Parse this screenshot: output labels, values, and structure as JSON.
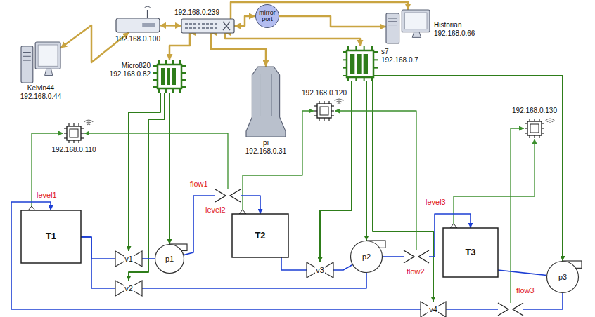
{
  "diagram": {
    "nodes": [
      {
        "text": [
          "192.168.0.100"
        ]
      },
      {
        "text": [
          "192.168.0.239"
        ]
      },
      {
        "text": [
          "mirror port"
        ]
      },
      {
        "text": [
          "Historian",
          "192.168.0.66"
        ]
      },
      {
        "text": [
          "Kelvin44",
          "192.168.0.44"
        ]
      },
      {
        "text": [
          "Micro820",
          "192.168.0.82"
        ]
      },
      {
        "text": [
          "s7",
          "192.168.0.7"
        ]
      },
      {
        "text": [
          "pi",
          "192.168.0.31"
        ]
      },
      {
        "text": [
          "192.168.0.110"
        ]
      },
      {
        "text": [
          "192.168.0.120"
        ]
      },
      {
        "text": [
          "192.168.0.130"
        ]
      },
      {
        "text": [
          "flow1"
        ]
      },
      {
        "text": [
          "T1"
        ]
      },
      {
        "text": [
          "T2"
        ]
      },
      {
        "text": [
          "T3"
        ]
      },
      {
        "text": [
          "v1"
        ]
      },
      {
        "text": [
          "p1"
        ]
      },
      {
        "text": [
          "v2"
        ]
      },
      {
        "text": [
          "v3"
        ]
      },
      {
        "text": [
          "p2"
        ]
      },
      {
        "text": [
          "flow2"
        ]
      },
      {
        "text": [
          "v4"
        ]
      },
      {
        "text": [
          "p3"
        ]
      },
      {
        "text": [
          "flow3"
        ]
      }
    ],
    "edges": [
      {
        "from": 4,
        "to": 0,
        "arrow": "both"
      },
      {
        "from": 0,
        "to": 1,
        "arrow": "both"
      },
      {
        "from": 1,
        "to": 5,
        "arrow": "both"
      },
      {
        "from": 1,
        "to": 7,
        "arrow": "both"
      },
      {
        "from": 1,
        "to": 6,
        "arrow": "both"
      },
      {
        "from": 1,
        "to": 2,
        "arrow": "both"
      },
      {
        "from": 2,
        "to": 3,
        "arrow": "to"
      },
      {
        "from": 1,
        "to": 3,
        "arrow": "to"
      },
      {
        "from": 5,
        "to": 15,
        "arrow": "to"
      },
      {
        "from": 5,
        "to": 17,
        "arrow": "to"
      },
      {
        "from": 5,
        "to": 16,
        "arrow": "to"
      },
      {
        "from": 6,
        "to": 18,
        "arrow": "to"
      },
      {
        "from": 6,
        "to": 19,
        "arrow": "to"
      },
      {
        "from": 6,
        "to": 21,
        "arrow": "to"
      },
      {
        "from": 6,
        "to": 22,
        "arrow": "to"
      },
      {
        "from": 12,
        "to": 8,
        "arrow": "to"
      },
      {
        "from": 11,
        "to": 8,
        "arrow": "to"
      },
      {
        "from": 13,
        "to": 9,
        "arrow": "to"
      },
      {
        "from": 20,
        "to": 9,
        "arrow": "to"
      },
      {
        "from": 14,
        "to": 10,
        "arrow": "to"
      },
      {
        "from": 23,
        "to": 10,
        "arrow": "to"
      },
      {
        "from": 12,
        "to": 15,
        "arrow": "none"
      },
      {
        "from": 12,
        "to": 17,
        "arrow": "none"
      },
      {
        "from": 15,
        "to": 16,
        "arrow": "none"
      },
      {
        "from": 16,
        "to": 11,
        "arrow": "none"
      },
      {
        "from": 11,
        "to": 13,
        "arrow": "to"
      },
      {
        "from": 17,
        "to": 19,
        "arrow": "none"
      },
      {
        "from": 13,
        "to": 18,
        "arrow": "none"
      },
      {
        "from": 18,
        "to": 19,
        "arrow": "none"
      },
      {
        "from": 19,
        "to": 20,
        "arrow": "none"
      },
      {
        "from": 20,
        "to": 14,
        "arrow": "to"
      },
      {
        "from": 14,
        "to": 22,
        "arrow": "none"
      },
      {
        "from": 22,
        "to": 23,
        "arrow": "none"
      },
      {
        "from": 23,
        "to": 21,
        "arrow": "none"
      },
      {
        "from": 21,
        "to": 12,
        "arrow": "to"
      }
    ],
    "labels": [
      "level1",
      "level2",
      "level3"
    ]
  }
}
